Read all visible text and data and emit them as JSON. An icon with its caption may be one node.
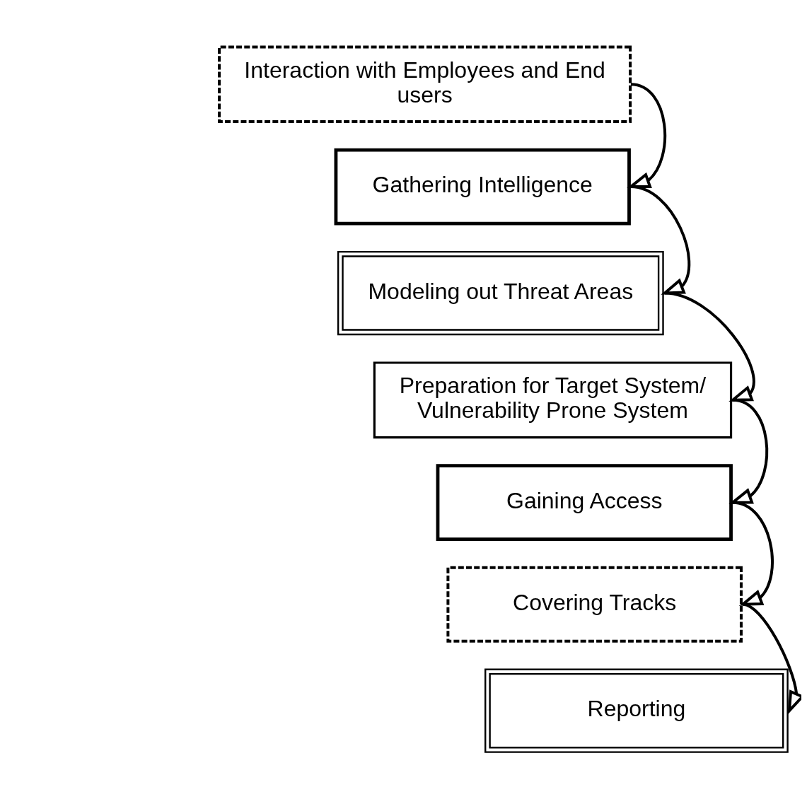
{
  "diagram": {
    "nodes": [
      {
        "text": [
          "Interaction with Employees and End users"
        ]
      },
      {
        "text": [
          "Gathering Intelligence"
        ]
      },
      {
        "text": [
          "Modeling out Threat Areas"
        ]
      },
      {
        "text": [
          "Preparation for Target System/ Vulnerability Prone System"
        ]
      },
      {
        "text": [
          "Gaining Access"
        ]
      },
      {
        "text": [
          "Covering Tracks"
        ]
      },
      {
        "text": [
          "Reporting"
        ]
      }
    ],
    "edges": [
      {
        "from": 0,
        "to": 1,
        "arrow": "to"
      },
      {
        "from": 1,
        "to": 2,
        "arrow": "to"
      },
      {
        "from": 2,
        "to": 3,
        "arrow": "to"
      },
      {
        "from": 3,
        "to": 4,
        "arrow": "to"
      },
      {
        "from": 4,
        "to": 5,
        "arrow": "to"
      },
      {
        "from": 5,
        "to": 6,
        "arrow": "to"
      }
    ]
  }
}
